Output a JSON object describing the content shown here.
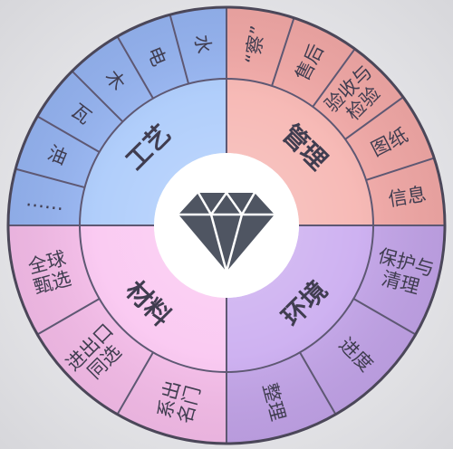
{
  "center": {
    "icon": "diamond-icon",
    "icon_color": "#4f5562",
    "disc_color": "#ffffff"
  },
  "colors": {
    "line": "#5e5873",
    "outline": "#4b4759",
    "text": "#403d50",
    "background_center": "#f8f8fa",
    "background_edge": "#d6d6da"
  },
  "quadrants": [
    {
      "title": "管理",
      "inner_color": "#f6b4b0",
      "ring_color": "#f2a8a6",
      "items": [
        [
          "“察”"
        ],
        [
          "售后"
        ],
        [
          "验收与",
          "检验"
        ],
        [
          "图纸"
        ],
        [
          "信息"
        ]
      ]
    },
    {
      "title": "环境",
      "inner_color": "#caabf0",
      "ring_color": "#c2a3e8",
      "items": [
        [
          "保护与",
          "清理"
        ],
        [
          "进度"
        ],
        [
          "整理"
        ]
      ]
    },
    {
      "title": "材料",
      "inner_color": "#fac6f1",
      "ring_color": "#f5bce9",
      "items": [
        [
          "系出",
          "名门"
        ],
        [
          "进出口",
          "同选"
        ],
        [
          "全球",
          "甄选"
        ]
      ]
    },
    {
      "title": "工艺",
      "inner_color": "#aacafb",
      "ring_color": "#95b4f2",
      "items": [
        [
          "……"
        ],
        [
          "油"
        ],
        [
          "瓦"
        ],
        [
          "木"
        ],
        [
          "电"
        ],
        [
          "水"
        ]
      ]
    }
  ]
}
